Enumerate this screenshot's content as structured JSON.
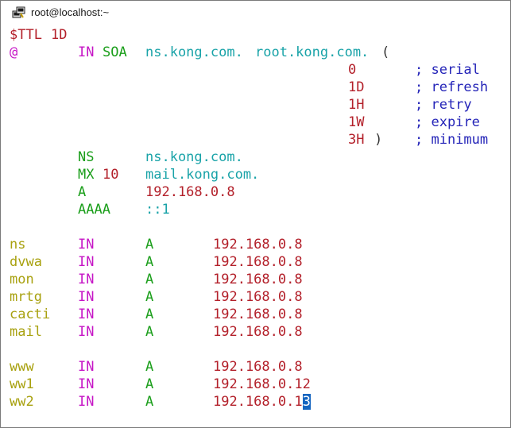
{
  "window": {
    "title": "root@localhost:~"
  },
  "colors": {
    "red": "#b3202a",
    "magenta": "#c616c6",
    "green": "#1a9e1a",
    "teal": "#19a3a8",
    "blue": "#2424b8",
    "olive": "#a8a10f",
    "cursor": "#1565c0"
  },
  "zone": {
    "ttl_directive": "$TTL",
    "ttl_value": "1D",
    "origin": "@",
    "soa_class": "IN",
    "soa_type": "SOA",
    "soa_mname": "ns.kong.com.",
    "soa_rname": "root.kong.com.",
    "open_paren": "(",
    "close_paren": ")",
    "soa_fields": [
      {
        "value": "0",
        "comment": "; serial"
      },
      {
        "value": "1D",
        "comment": "; refresh"
      },
      {
        "value": "1H",
        "comment": "; retry"
      },
      {
        "value": "1W",
        "comment": "; expire"
      },
      {
        "value": "3H",
        "comment": "; minimum"
      }
    ],
    "apex_records": {
      "ns_type": "NS",
      "ns_value": "ns.kong.com.",
      "mx_type": "MX",
      "mx_pref": "10",
      "mx_value": "mail.kong.com.",
      "a_type": "A",
      "a_value": "192.168.0.8",
      "aaaa_type": "AAAA",
      "aaaa_value": "::1"
    },
    "records": [
      {
        "name": "ns",
        "class": "IN",
        "type": "A",
        "value": "192.168.0.8"
      },
      {
        "name": "dvwa",
        "class": "IN",
        "type": "A",
        "value": "192.168.0.8"
      },
      {
        "name": "mon",
        "class": "IN",
        "type": "A",
        "value": "192.168.0.8"
      },
      {
        "name": "mrtg",
        "class": "IN",
        "type": "A",
        "value": "192.168.0.8"
      },
      {
        "name": "cacti",
        "class": "IN",
        "type": "A",
        "value": "192.168.0.8"
      },
      {
        "name": "mail",
        "class": "IN",
        "type": "A",
        "value": "192.168.0.8"
      },
      {
        "name": "www",
        "class": "IN",
        "type": "A",
        "value": "192.168.0.8"
      },
      {
        "name": "ww1",
        "class": "IN",
        "type": "A",
        "value": "192.168.0.12"
      },
      {
        "name": "ww2",
        "class": "IN",
        "type": "A",
        "value": "192.168.0.1",
        "cursor_char": "3"
      }
    ]
  }
}
